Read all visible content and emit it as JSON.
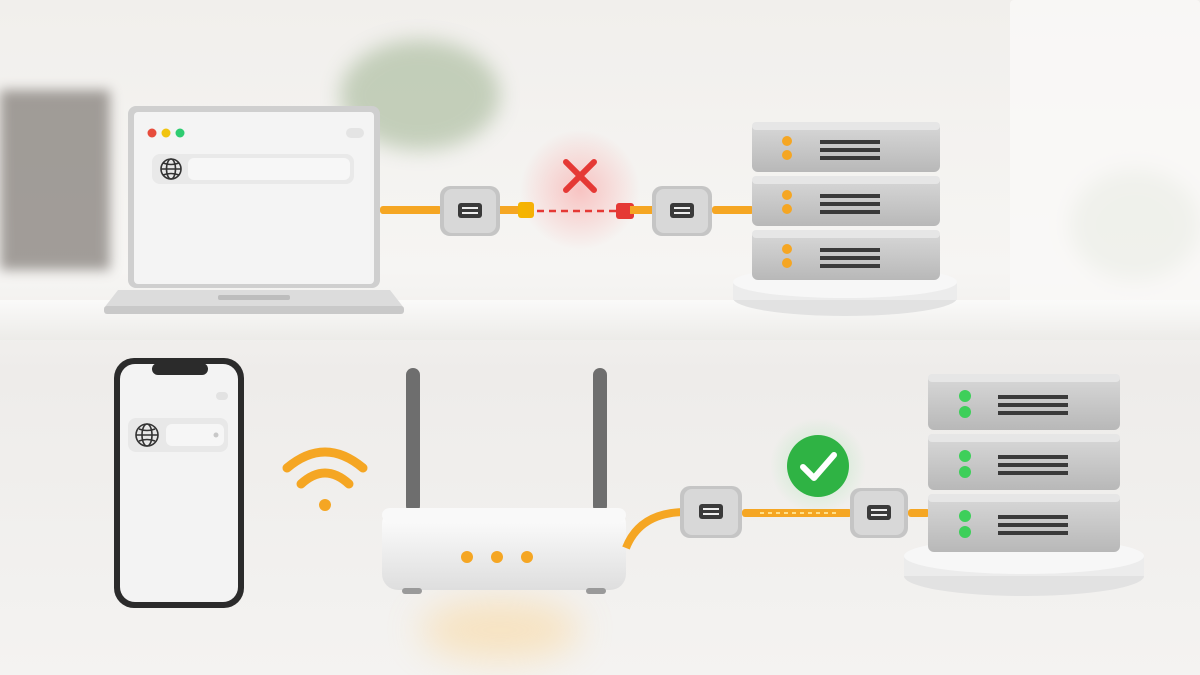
{
  "scene": {
    "background_color": "#f3f2f0",
    "top_row": {
      "client_device": "laptop-with-browser",
      "connection_status": "failed",
      "status_icon": "x-mark-icon",
      "status_color": "#e53935",
      "cable_color": "#f5a623",
      "server_led_color": "#f5a623"
    },
    "bottom_row": {
      "client_device": "smartphone-with-browser",
      "wireless_icon": "wifi-icon",
      "router_led_color": "#f5a623",
      "connection_status": "success",
      "status_icon": "check-circle-icon",
      "status_color": "#2fb344",
      "cable_color": "#f5a623",
      "server_led_color": "#3ecf5a"
    }
  }
}
